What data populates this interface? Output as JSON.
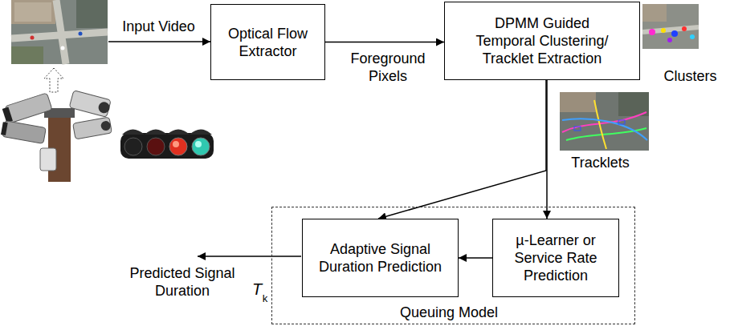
{
  "diagram": {
    "nodes": [
      {
        "text": [
          "Optical Flow Extractor"
        ]
      },
      {
        "text": [
          "DPMM Guided Temporal Clustering/ Tracklet Extraction"
        ]
      },
      {
        "text": [
          "Queuing Model"
        ]
      },
      {
        "text": [
          "Adaptive Signal Duration Prediction"
        ],
        "in": 2
      },
      {
        "text": [
          "µ-Learner or Service Rate Prediction"
        ],
        "in": 2
      }
    ],
    "edges": [
      {
        "from": 0,
        "to": 1,
        "label": "Foreground Pixels",
        "arrow": "to"
      },
      {
        "from": 1,
        "to": 4,
        "arrow": "to"
      },
      {
        "from": 1,
        "to": 3,
        "arrow": "to"
      },
      {
        "from": 4,
        "to": 3,
        "arrow": "to"
      }
    ],
    "labels": [
      "Input Video",
      "Clusters",
      "Tracklets",
      "Predicted Signal Duration",
      "T",
      "k"
    ]
  }
}
